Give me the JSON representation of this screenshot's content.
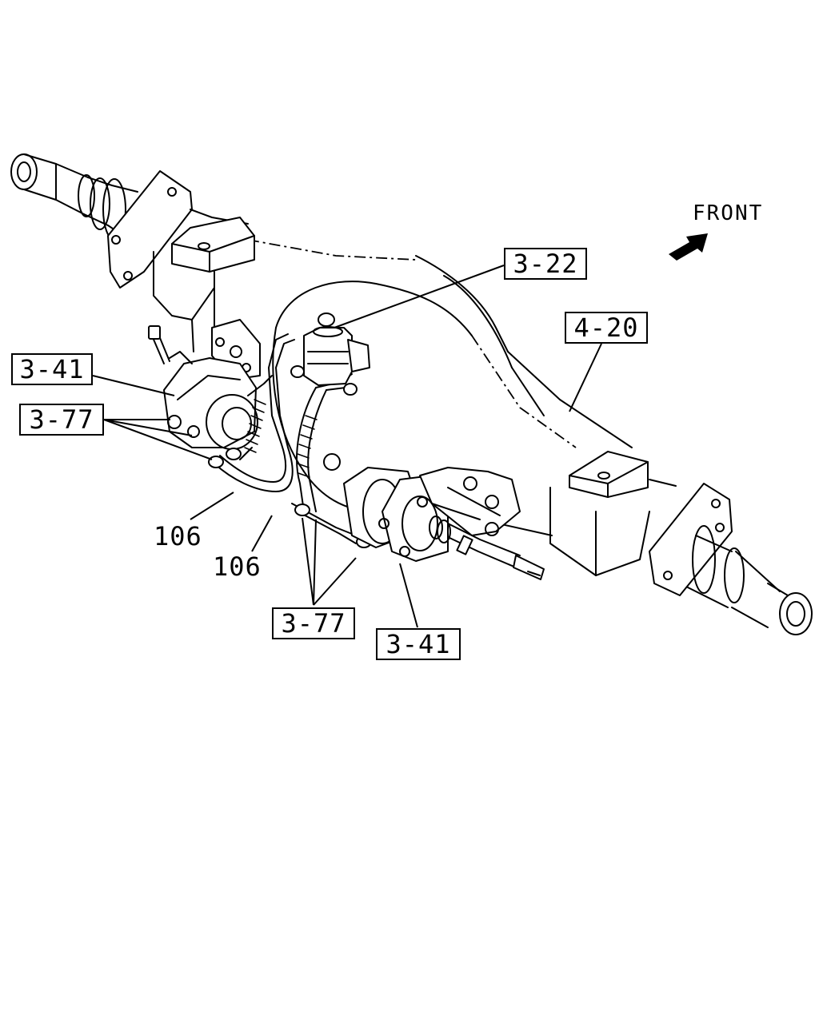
{
  "orientation": {
    "label": "FRONT",
    "icon": "arrow-front-icon"
  },
  "callouts": {
    "ref_3_22": "3-22",
    "ref_4_20": "4-20",
    "ref_3_41_left": "3-41",
    "ref_3_77_left": "3-77",
    "ref_106_upper": "106",
    "ref_106_lower": "106",
    "ref_3_77_lower": "3-77",
    "ref_3_41_right": "3-41"
  }
}
